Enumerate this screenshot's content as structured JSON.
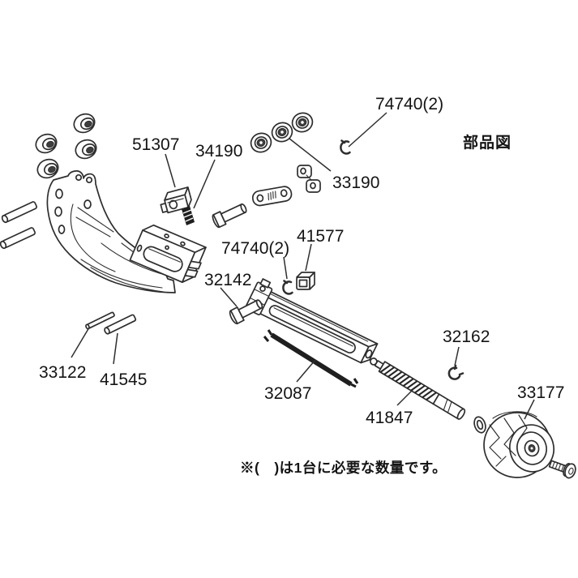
{
  "diagram": {
    "title": "部品図",
    "note": "※(　)は1台に必要な数量です。",
    "colors": {
      "ink": "#2e2e2e",
      "background": "#ffffff",
      "dark_fill": "#1f1f1f"
    },
    "labels": {
      "p74740_top": "74740(2)",
      "p33190": "33190",
      "p51307": "51307",
      "p34190": "34190",
      "p74740_mid": "74740(2)",
      "p41577": "41577",
      "p32142": "32142",
      "p33122": "33122",
      "p41545": "41545",
      "p32087": "32087",
      "p41847": "41847",
      "p32162": "32162",
      "p33177": "33177"
    }
  }
}
